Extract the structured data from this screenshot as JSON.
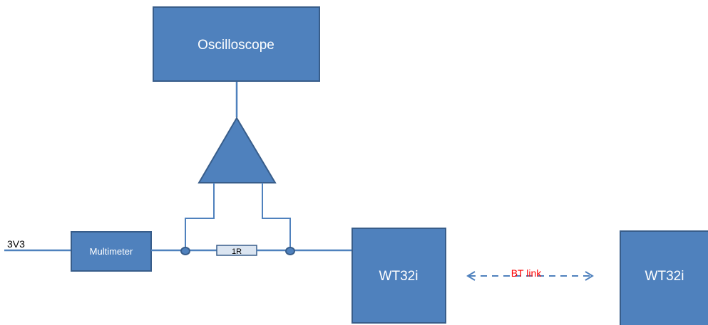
{
  "diagram": {
    "oscilloscope_label": "Oscilloscope",
    "multimeter_label": "Multimeter",
    "resistor_label": "1R",
    "supply_label": "3V3",
    "device_left_label": "WT32i",
    "device_right_label": "WT32i",
    "link_label": "BT link"
  },
  "colors": {
    "block_fill": "#4f81bd",
    "block_stroke": "#385d8a",
    "link_text": "#ff0000",
    "resistor_fill": "#dbe5f1"
  }
}
